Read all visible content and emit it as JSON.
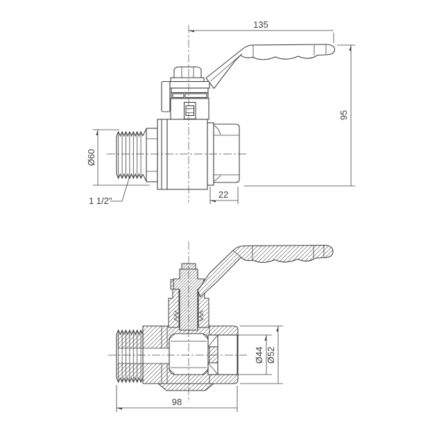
{
  "colors": {
    "line": "#3f3f3f",
    "background": "#ffffff"
  },
  "top_view": {
    "dim_handle_length": "135",
    "dim_overall_height": "95",
    "dim_thread_outer_diameter": "Ø60",
    "dim_thread_size": "1 1/2\"",
    "dim_nut_length": "22"
  },
  "section_view": {
    "dim_bore_diameter": "Ø44",
    "dim_body_diameter": "Ø52",
    "dim_body_length": "98"
  }
}
